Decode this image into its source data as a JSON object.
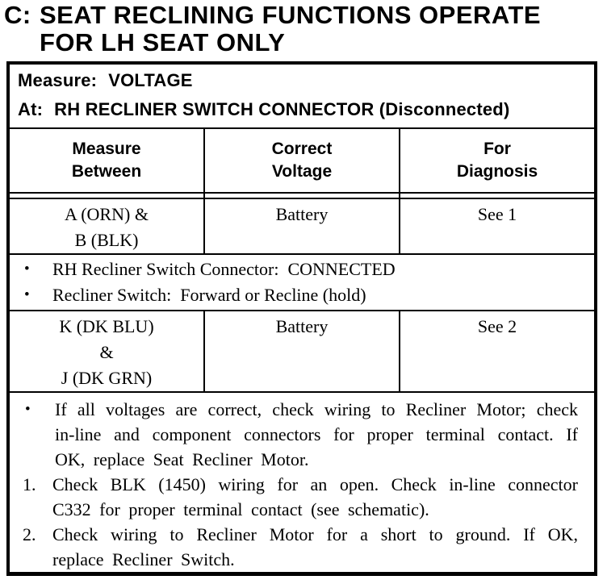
{
  "title": {
    "prefix": "C:",
    "line1": "SEAT RECLINING FUNCTIONS OPERATE",
    "line2": "FOR LH SEAT ONLY"
  },
  "diagnostic_table": {
    "measure": {
      "label": "Measure:",
      "value": "VOLTAGE"
    },
    "at": {
      "label": "At:",
      "value": "RH RECLINER SWITCH CONNECTOR (Disconnected)"
    },
    "columns": [
      {
        "line1": "Measure",
        "line2": "Between"
      },
      {
        "line1": "Correct",
        "line2": "Voltage"
      },
      {
        "line1": "For",
        "line2": "Diagnosis"
      }
    ],
    "row1": {
      "measure_between_line1": "A (ORN) &",
      "measure_between_line2": "B (BLK)",
      "correct_voltage": "Battery",
      "for_diagnosis": "See 1"
    },
    "conditions": {
      "bullet": "•",
      "items": [
        "RH Recliner Switch Connector:  CONNECTED",
        "Recliner Switch:  Forward or Recline (hold)"
      ]
    },
    "row2": {
      "measure_between_line1": "K (DK BLU)",
      "measure_between_line2": "&",
      "measure_between_line3": "J (DK GRN)",
      "correct_voltage": "Battery",
      "for_diagnosis": "See 2"
    },
    "notes": [
      {
        "marker": "•",
        "text": "If all voltages are correct, check wiring to Recliner Motor; check in-line and component connectors for proper terminal contact. If OK, replace Seat Recliner Motor."
      },
      {
        "marker": "1.",
        "text": "Check BLK (1450) wiring for an open. Check in-line connector C332 for proper terminal contact (see schematic)."
      },
      {
        "marker": "2.",
        "text": "Check wiring to Recliner Motor for a short to ground. If OK, replace Recliner Switch."
      }
    ]
  }
}
